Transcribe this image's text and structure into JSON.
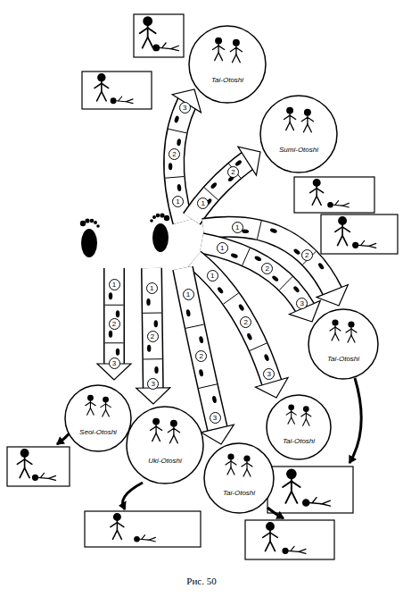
{
  "diagram": {
    "caption": "Рис. 50",
    "nodes": [
      {
        "text": [
          "Tai-Otoshi"
        ]
      },
      {
        "text": [
          "Sumi-Otoshi"
        ]
      },
      {
        "text": [
          "Tai-Otoshi"
        ]
      },
      {
        "text": [
          "Seoi-Otoshi"
        ]
      },
      {
        "text": [
          "Tai-Otoshi"
        ]
      },
      {
        "text": [
          "Uki-Otoshi"
        ]
      },
      {
        "text": [
          "Tai-Otoshi"
        ]
      }
    ],
    "labels": [
      "1",
      "2",
      "3",
      "1",
      "2",
      "1",
      "2",
      "1",
      "2",
      "3",
      "1",
      "2",
      "3",
      "1",
      "2",
      "3",
      "1",
      "2",
      "3",
      "1",
      "2",
      "3"
    ]
  }
}
